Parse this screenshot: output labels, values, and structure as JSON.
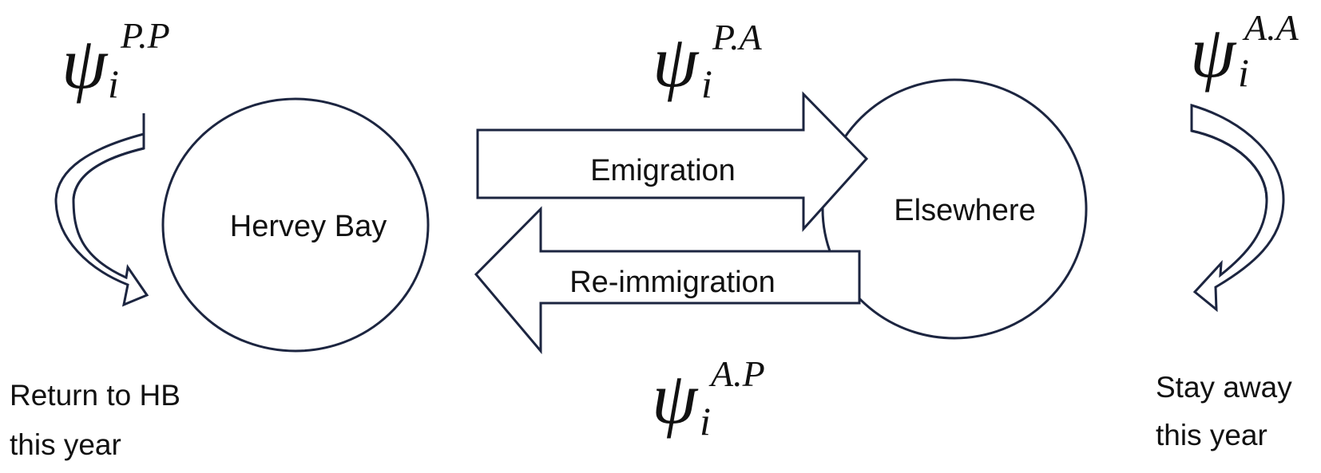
{
  "nodes": {
    "left": "Hervey Bay",
    "right": "Elsewhere"
  },
  "arrows": {
    "emigration": "Emigration",
    "reimmigration": "Re-immigration"
  },
  "symbols": {
    "stay_left": {
      "base": "ψ",
      "sub": "i",
      "sup": "P.P"
    },
    "emigrate": {
      "base": "ψ",
      "sub": "i",
      "sup": "P.A"
    },
    "stay_right": {
      "base": "ψ",
      "sub": "i",
      "sup": "A.A"
    },
    "return": {
      "base": "ψ",
      "sub": "i",
      "sup": "A.P"
    }
  },
  "captions": {
    "left": [
      "Return to HB",
      "this year"
    ],
    "right": [
      "Stay away",
      "this year"
    ]
  }
}
